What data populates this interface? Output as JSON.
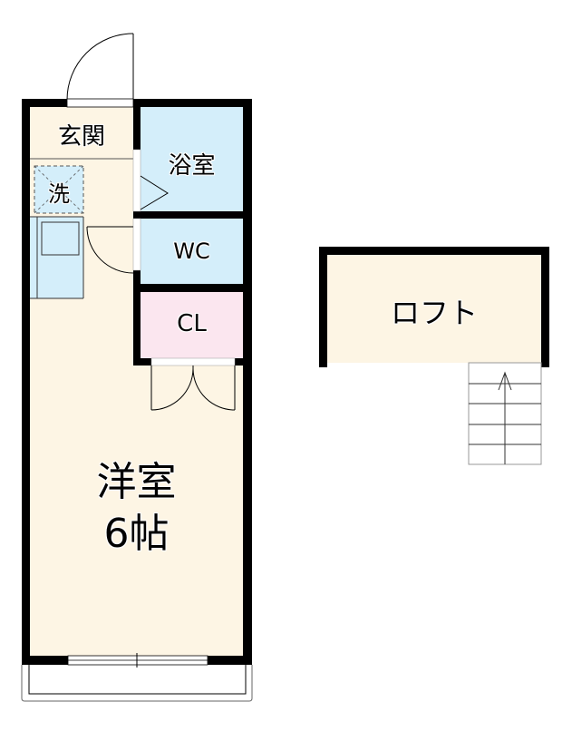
{
  "floorplan": {
    "rooms": {
      "entrance": "玄関",
      "washer": "洗",
      "bath": "浴室",
      "toilet": "WC",
      "closet": "CL",
      "western_room": "洋室",
      "western_room_size": "6帖",
      "loft": "ロフト"
    },
    "colors": {
      "floor": "#fdf5e4",
      "wet_area": "#d4eefa",
      "closet": "#fbe6ef",
      "wall": "#000000"
    }
  }
}
